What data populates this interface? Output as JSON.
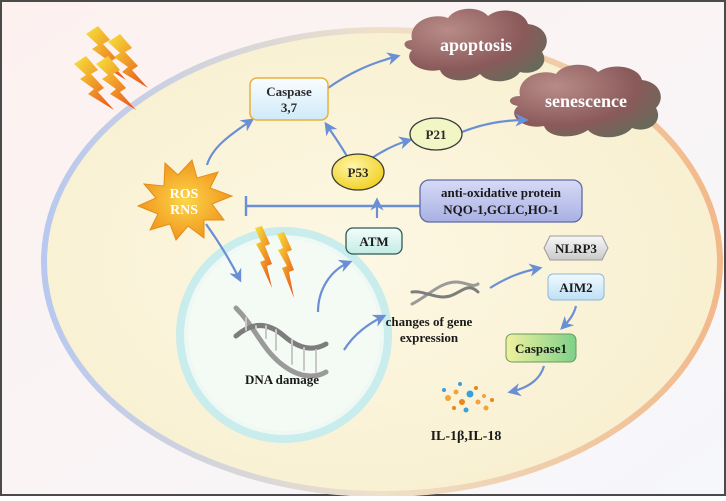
{
  "outcomes": {
    "apoptosis": "apoptosis",
    "senescence": "senescence"
  },
  "stress": {
    "line1": "ROS",
    "line2": "RNS"
  },
  "caspase37": {
    "line1": "Caspase",
    "line2": "3,7"
  },
  "p21": "P21",
  "p53": "P53",
  "atm": "ATM",
  "antioxidant": {
    "line1": "anti-oxidative protein",
    "line2": "NQO-1,GCLC,HO-1"
  },
  "dna_damage": "DNA damage",
  "gene_expression": {
    "line1": "changes of gene",
    "line2": "expression"
  },
  "nlrp3": "NLRP3",
  "aim2": "AIM2",
  "caspase1": "Caspase1",
  "cytokines": "IL-1β,IL-18",
  "colors": {
    "arrow": "#6b8fd4",
    "cell_fill": "#fbf4d9",
    "cloud": "#8a5a5a",
    "starburst": "#f7a81c",
    "antioxidant_box": "#b9c0ea",
    "atm_box": "#d8f5f0",
    "p53_oval": "#f5e04a",
    "p21_oval": "#f2f5c4",
    "caspase_box": "#dff1fb",
    "bolt_yellow": "#f2d21c",
    "bolt_orange": "#e8501a"
  }
}
